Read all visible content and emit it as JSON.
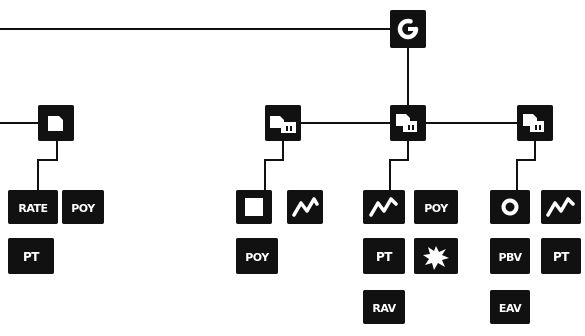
{
  "diagram": {
    "colors": {
      "node": "#111111",
      "line": "#111111",
      "glyph": "#ffffff",
      "background": "#ffffff"
    },
    "nodes": [
      {
        "id": "root",
        "icon": "g-brand-icon"
      },
      {
        "id": "group-left",
        "icon": "document-icon"
      },
      {
        "id": "group-middle",
        "icon": "documents-icon"
      },
      {
        "id": "group-center",
        "icon": "documents-icon"
      },
      {
        "id": "group-right",
        "icon": "documents-icon"
      }
    ],
    "leaves": {
      "left_a": "RATE",
      "left_b": "POY",
      "left_c": "PT",
      "mid_a_icon": "square-icon",
      "mid_b_icon": "chart-line-icon",
      "mid_c": "POY",
      "center_a_icon": "chart-line-icon",
      "center_b": "POY",
      "center_c": "PT",
      "center_d_icon": "starburst-icon",
      "center_e": "RAV",
      "right_a_icon": "circle-icon",
      "right_b_icon": "chart-line-icon",
      "right_c": "PBV",
      "right_d": "PT",
      "right_e": "EAV"
    }
  }
}
